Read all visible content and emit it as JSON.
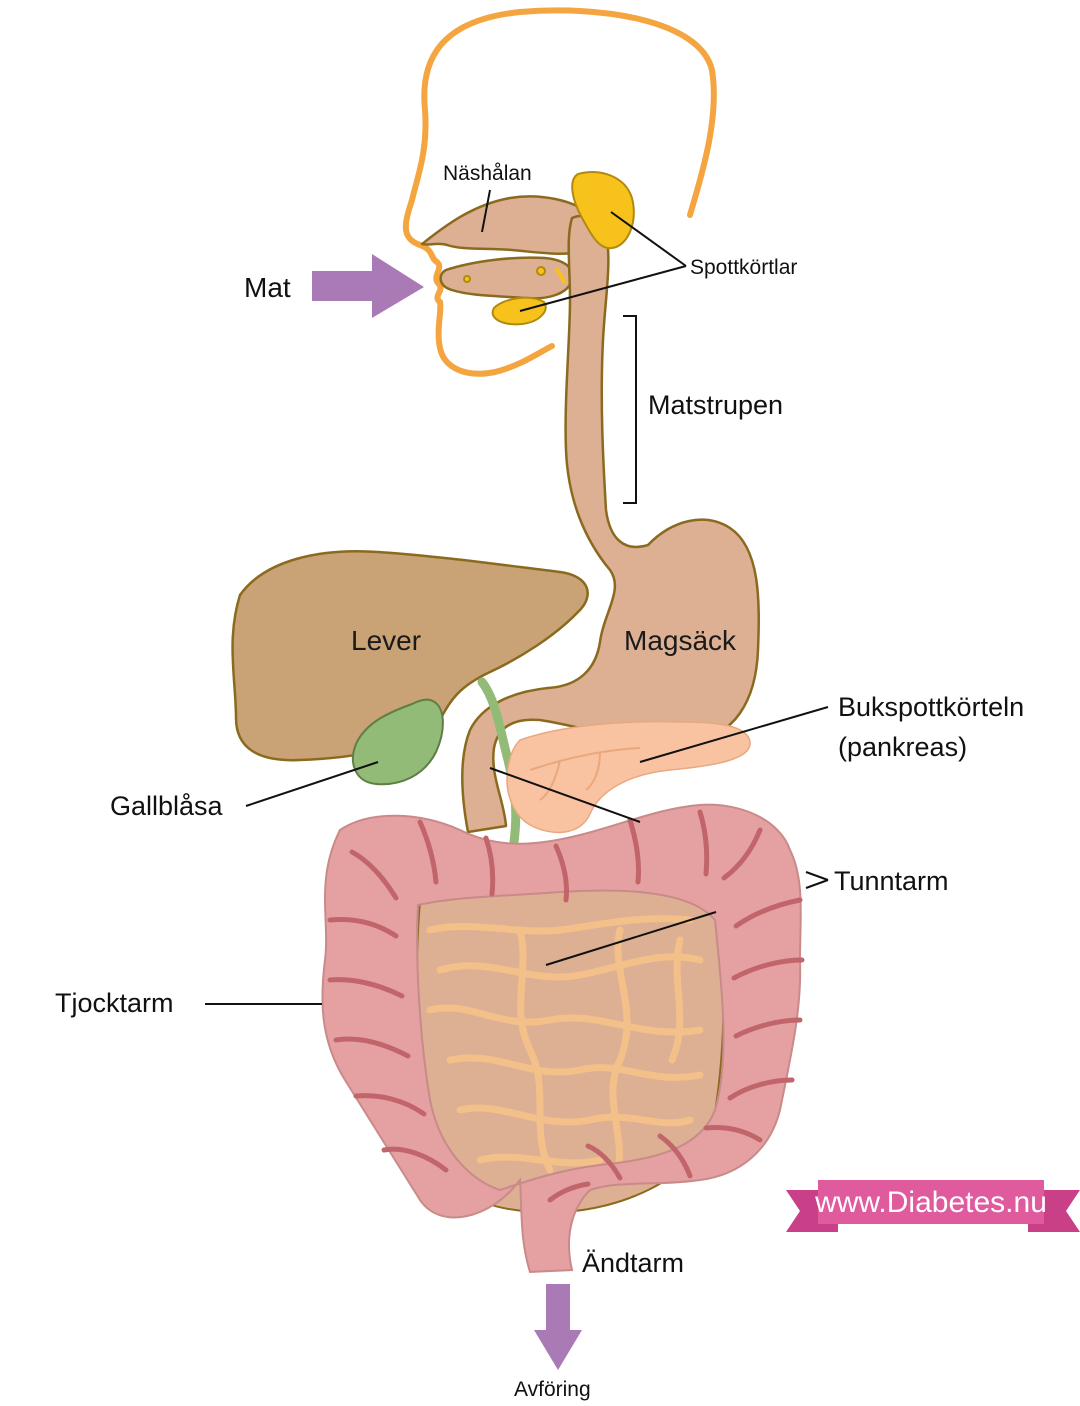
{
  "labels": {
    "nasal_cavity": "Näshålan",
    "salivary_glands": "Spottkörtlar",
    "food": "Mat",
    "esophagus": "Matstrupen",
    "liver": "Lever",
    "stomach": "Magsäck",
    "pancreas_line1": "Bukspottkörteln",
    "pancreas_line2": "(pankreas)",
    "gallbladder": "Gallblåsa",
    "small_intestine": "Tunntarm",
    "large_intestine": "Tjocktarm",
    "rectum": "Ändtarm",
    "feces": "Avföring"
  },
  "brand": {
    "text": "www.Diabetes.nu",
    "color": "#e05a9e"
  },
  "colors": {
    "head_outline": "#f5a540",
    "gland_fill": "#f7c21b",
    "digestive_tract": "#ddaf93",
    "tract_outline": "#8a6a1e",
    "liver": "#c9a375",
    "gallbladder": "#93bb78",
    "pancreas": "#f9c3a1",
    "colon": "#e5a1a1",
    "colon_fold": "#c1656a",
    "small_intestine_lines": "#f4c08a",
    "arrow": "#a97ab6"
  }
}
